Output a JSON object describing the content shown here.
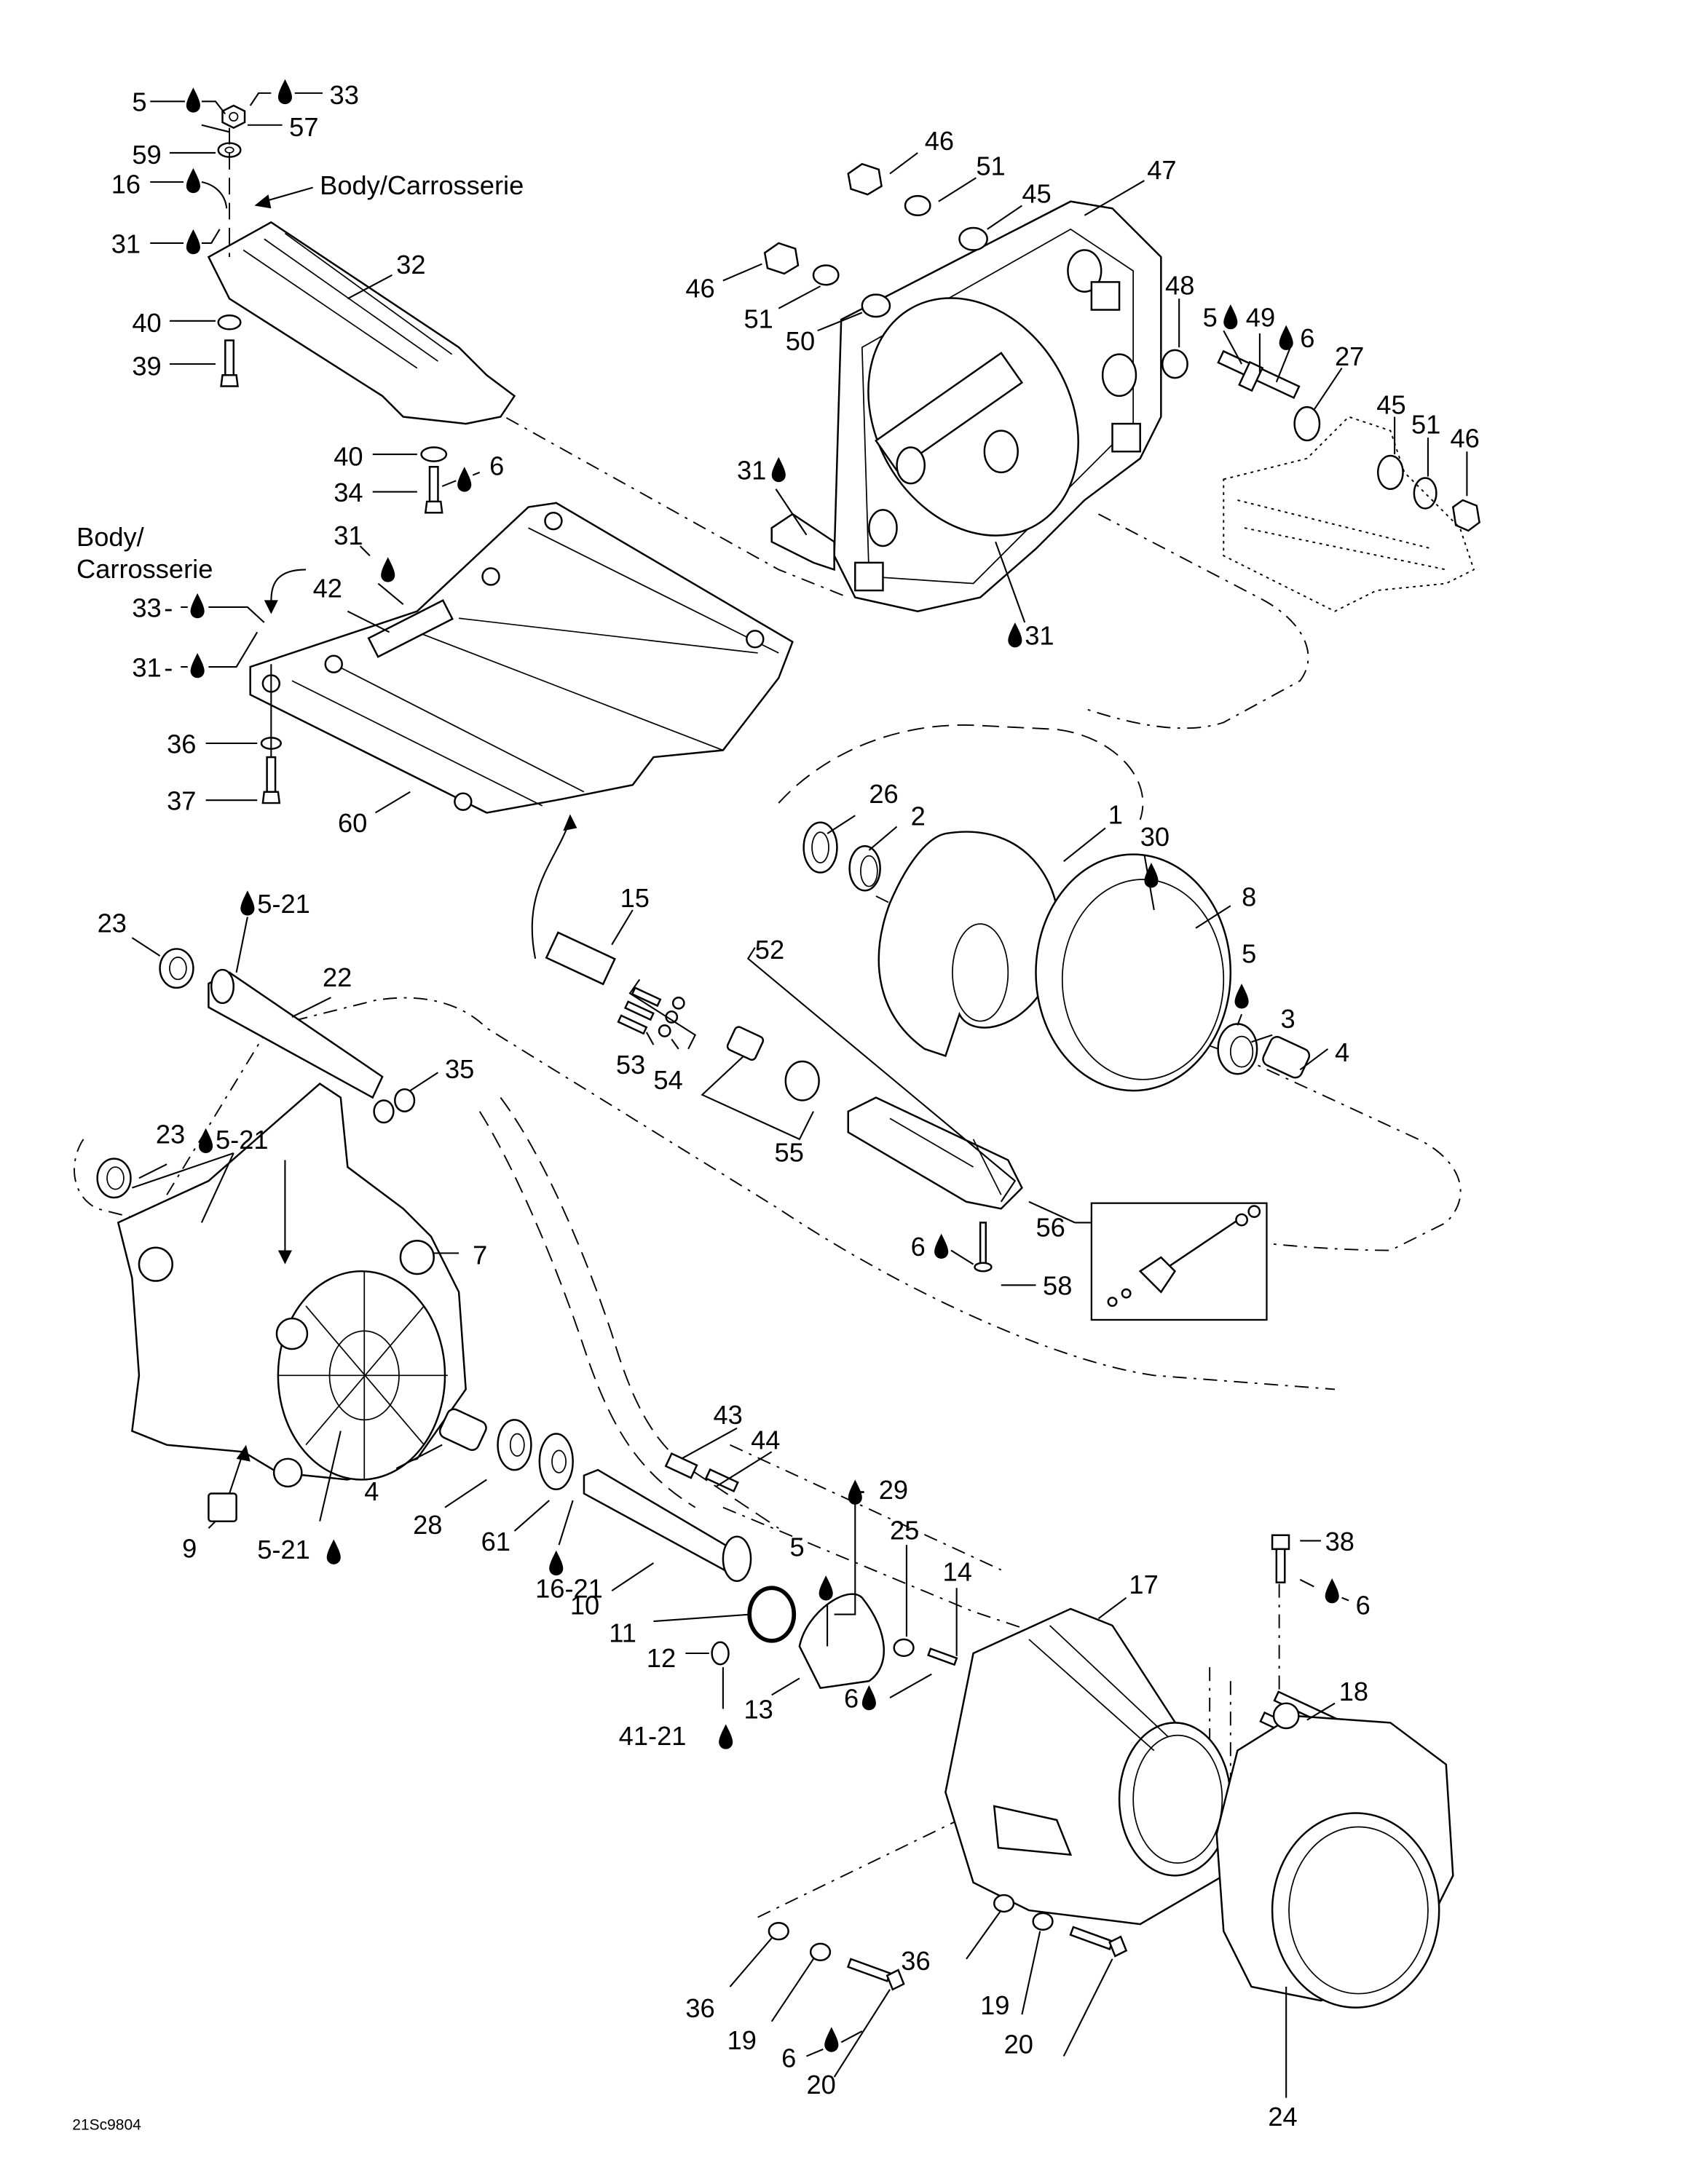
{
  "document": {
    "figure_code": "21Sc9804",
    "annotations": {
      "body_top": "Body/Carrosserie",
      "body_left_line1": "Body/",
      "body_left_line2": "Carrosserie"
    }
  },
  "legend": {
    "drop_icon": "sealant-drop-icon"
  },
  "callouts": [
    {
      "id": "c5a",
      "text": "5",
      "drop": true
    },
    {
      "id": "c33a",
      "text": "33",
      "drop": true
    },
    {
      "id": "c57",
      "text": "57",
      "drop": false
    },
    {
      "id": "c59",
      "text": "59",
      "drop": false
    },
    {
      "id": "c16",
      "text": "16",
      "drop": true
    },
    {
      "id": "c31a",
      "text": "31",
      "drop": true
    },
    {
      "id": "c32",
      "text": "32",
      "drop": false
    },
    {
      "id": "c40a",
      "text": "40",
      "drop": false
    },
    {
      "id": "c39",
      "text": "39",
      "drop": false
    },
    {
      "id": "c40b",
      "text": "40",
      "drop": false
    },
    {
      "id": "c34",
      "text": "34",
      "drop": false
    },
    {
      "id": "c6a",
      "text": "6",
      "drop": true
    },
    {
      "id": "c31b",
      "text": "31",
      "drop": true
    },
    {
      "id": "c42",
      "text": "42",
      "drop": false
    },
    {
      "id": "c33b",
      "text": "33",
      "drop": true
    },
    {
      "id": "c31c",
      "text": "31",
      "drop": true
    },
    {
      "id": "c36a",
      "text": "36",
      "drop": false
    },
    {
      "id": "c37",
      "text": "37",
      "drop": false
    },
    {
      "id": "c60",
      "text": "60",
      "drop": false
    },
    {
      "id": "c46a",
      "text": "46",
      "drop": false
    },
    {
      "id": "c51a",
      "text": "51",
      "drop": false
    },
    {
      "id": "c45a",
      "text": "45",
      "drop": false
    },
    {
      "id": "c47",
      "text": "47",
      "drop": false
    },
    {
      "id": "c46b",
      "text": "46",
      "drop": false
    },
    {
      "id": "c51b",
      "text": "51",
      "drop": false
    },
    {
      "id": "c50",
      "text": "50",
      "drop": false
    },
    {
      "id": "c48",
      "text": "48",
      "drop": false
    },
    {
      "id": "c5b",
      "text": "5",
      "drop": true
    },
    {
      "id": "c49",
      "text": "49",
      "drop": false
    },
    {
      "id": "c6b",
      "text": "6",
      "drop": true
    },
    {
      "id": "c27",
      "text": "27",
      "drop": false
    },
    {
      "id": "c45b",
      "text": "45",
      "drop": false
    },
    {
      "id": "c51c",
      "text": "51",
      "drop": false
    },
    {
      "id": "c46c",
      "text": "46",
      "drop": false
    },
    {
      "id": "c31d",
      "text": "31",
      "drop": true
    },
    {
      "id": "c31e",
      "text": "31",
      "drop": true
    },
    {
      "id": "c26",
      "text": "26",
      "drop": false
    },
    {
      "id": "c2",
      "text": "2",
      "drop": false
    },
    {
      "id": "c1",
      "text": "1",
      "drop": false
    },
    {
      "id": "c30",
      "text": "30",
      "drop": true
    },
    {
      "id": "c8",
      "text": "8",
      "drop": false
    },
    {
      "id": "c5c",
      "text": "5",
      "drop": true
    },
    {
      "id": "c3",
      "text": "3",
      "drop": false
    },
    {
      "id": "c4a",
      "text": "4",
      "drop": false
    },
    {
      "id": "c15",
      "text": "15",
      "drop": false
    },
    {
      "id": "c52",
      "text": "52",
      "drop": false
    },
    {
      "id": "c53",
      "text": "53",
      "drop": false
    },
    {
      "id": "c54",
      "text": "54",
      "drop": false
    },
    {
      "id": "c55",
      "text": "55",
      "drop": false
    },
    {
      "id": "c56",
      "text": "56",
      "drop": false
    },
    {
      "id": "c6c",
      "text": "6",
      "drop": true
    },
    {
      "id": "c58",
      "text": "58",
      "drop": false
    },
    {
      "id": "c23a",
      "text": "23",
      "drop": false
    },
    {
      "id": "c5_21a",
      "text": "5-21",
      "drop": true
    },
    {
      "id": "c22",
      "text": "22",
      "drop": false
    },
    {
      "id": "c35",
      "text": "35",
      "drop": false
    },
    {
      "id": "c23b",
      "text": "23",
      "drop": false
    },
    {
      "id": "c5_21b",
      "text": "5-21",
      "drop": true
    },
    {
      "id": "c7",
      "text": "7",
      "drop": false
    },
    {
      "id": "c9",
      "text": "9",
      "drop": false
    },
    {
      "id": "c5_21c",
      "text": "5-21",
      "drop": true
    },
    {
      "id": "c4b",
      "text": "4",
      "drop": false
    },
    {
      "id": "c28",
      "text": "28",
      "drop": false
    },
    {
      "id": "c61",
      "text": "61",
      "drop": false
    },
    {
      "id": "c16_21",
      "text": "16-21",
      "drop": true
    },
    {
      "id": "c10",
      "text": "10",
      "drop": false
    },
    {
      "id": "c11",
      "text": "11",
      "drop": false
    },
    {
      "id": "c12",
      "text": "12",
      "drop": false
    },
    {
      "id": "c41_21",
      "text": "41-21",
      "drop": true
    },
    {
      "id": "c13",
      "text": "13",
      "drop": false
    },
    {
      "id": "c43",
      "text": "43",
      "drop": false
    },
    {
      "id": "c44",
      "text": "44",
      "drop": false
    },
    {
      "id": "c29",
      "text": "29",
      "drop": true
    },
    {
      "id": "c5d",
      "text": "5",
      "drop": true
    },
    {
      "id": "c25",
      "text": "25",
      "drop": false
    },
    {
      "id": "c14",
      "text": "14",
      "drop": false
    },
    {
      "id": "c6d",
      "text": "6",
      "drop": true
    },
    {
      "id": "c17",
      "text": "17",
      "drop": false
    },
    {
      "id": "c38",
      "text": "38",
      "drop": false
    },
    {
      "id": "c6e",
      "text": "6",
      "drop": true
    },
    {
      "id": "c18",
      "text": "18",
      "drop": false
    },
    {
      "id": "c36b",
      "text": "36",
      "drop": false
    },
    {
      "id": "c19a",
      "text": "19",
      "drop": false
    },
    {
      "id": "c20a",
      "text": "20",
      "drop": false
    },
    {
      "id": "c36c",
      "text": "36",
      "drop": false
    },
    {
      "id": "c19b",
      "text": "19",
      "drop": false
    },
    {
      "id": "c6f",
      "text": "6",
      "drop": true
    },
    {
      "id": "c20b",
      "text": "20",
      "drop": false
    },
    {
      "id": "c24",
      "text": "24",
      "drop": false
    }
  ]
}
